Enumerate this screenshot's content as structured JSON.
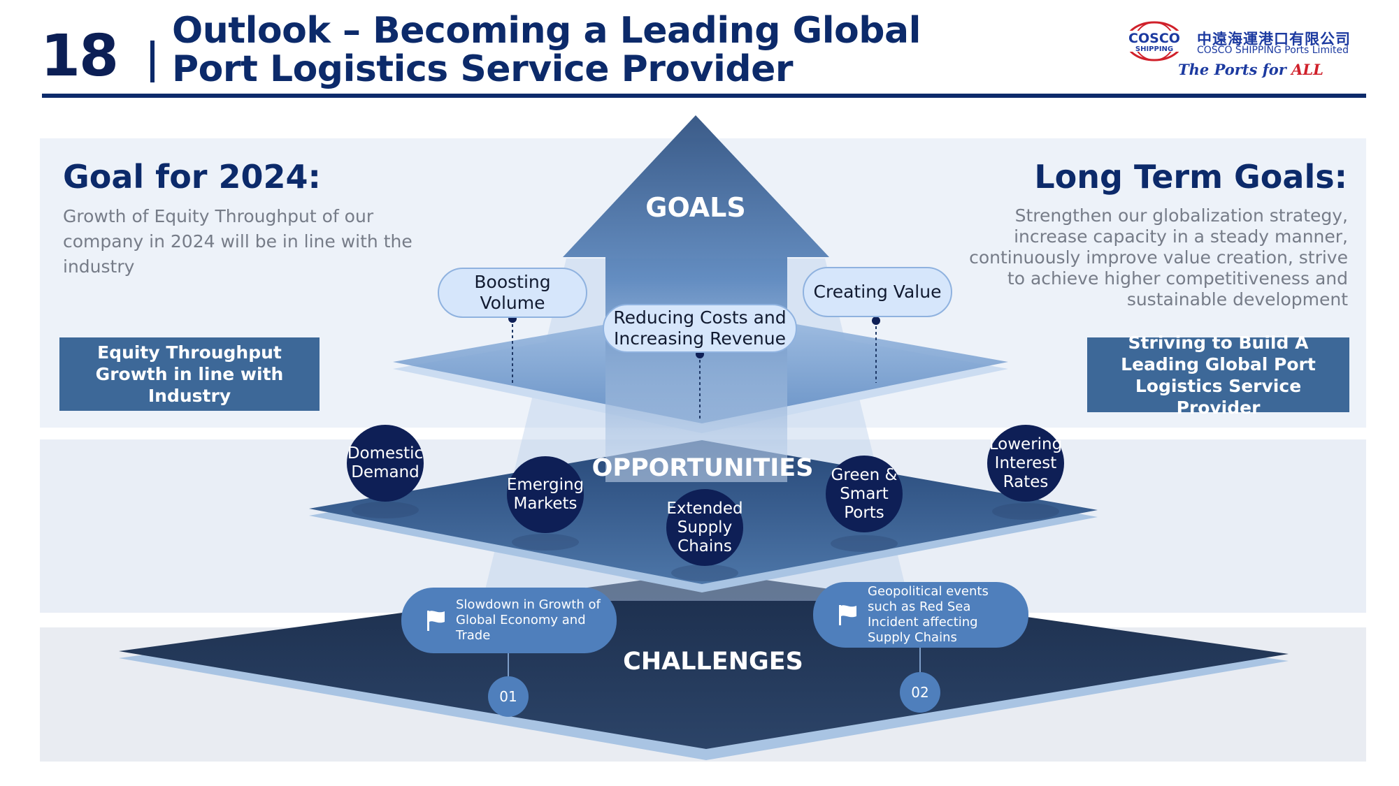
{
  "header": {
    "page_number": "18",
    "title_line1": "Outlook – Becoming a Leading Global",
    "title_line2": "Port Logistics Service Provider"
  },
  "logo": {
    "mark_text_top": "COSCO",
    "mark_text_bottom": "SHIPPING",
    "chinese_name": "中遠海運港口有限公司",
    "english_name": "COSCO SHIPPING Ports Limited",
    "tagline_prefix": "The Ports for ",
    "tagline_highlight": "ALL",
    "colors": {
      "brand_blue": "#1c3aa0",
      "brand_red": "#d0202a"
    }
  },
  "left": {
    "title": "Goal for 2024:",
    "body": "Growth of Equity Throughput of our company in 2024 will be in line with the industry",
    "badge": "Equity Throughput Growth in line with Industry"
  },
  "right": {
    "title": "Long Term Goals:",
    "body": "Strengthen our globalization strategy, increase capacity in a steady manner, continuously improve value creation, strive to achieve higher competitiveness and sustainable development",
    "badge": "Striving to Build A Leading Global Port Logistics Service Provider"
  },
  "diagram": {
    "goals_label": "GOALS",
    "opportunities_label": "OPPORTUNITIES",
    "challenges_label": "CHALLENGES",
    "goals": [
      {
        "label": "Boosting Volume"
      },
      {
        "label": "Reducing Costs and Increasing Revenue"
      },
      {
        "label": "Creating Value"
      }
    ],
    "opportunities": [
      {
        "label": "Domestic Demand"
      },
      {
        "label": "Emerging Markets"
      },
      {
        "label": "Extended Supply Chains"
      },
      {
        "label": "Green & Smart Ports"
      },
      {
        "label": "Lowering Interest Rates"
      }
    ],
    "challenges": [
      {
        "number": "01",
        "label": "Slowdown in Growth of Global Economy and Trade",
        "icon": "flag-icon"
      },
      {
        "number": "02",
        "label": "Geopolitical events such as Red Sea Incident affecting Supply Chains",
        "icon": "flag-icon"
      }
    ],
    "colors": {
      "navy": "#0e1f56",
      "challenge_plane": "#243a5c",
      "opportunity_plane": "#3c6494",
      "goal_plane": "#6e96c8",
      "card_blue": "#4f7fbc",
      "pill_fill": "#d6e6fb"
    }
  }
}
